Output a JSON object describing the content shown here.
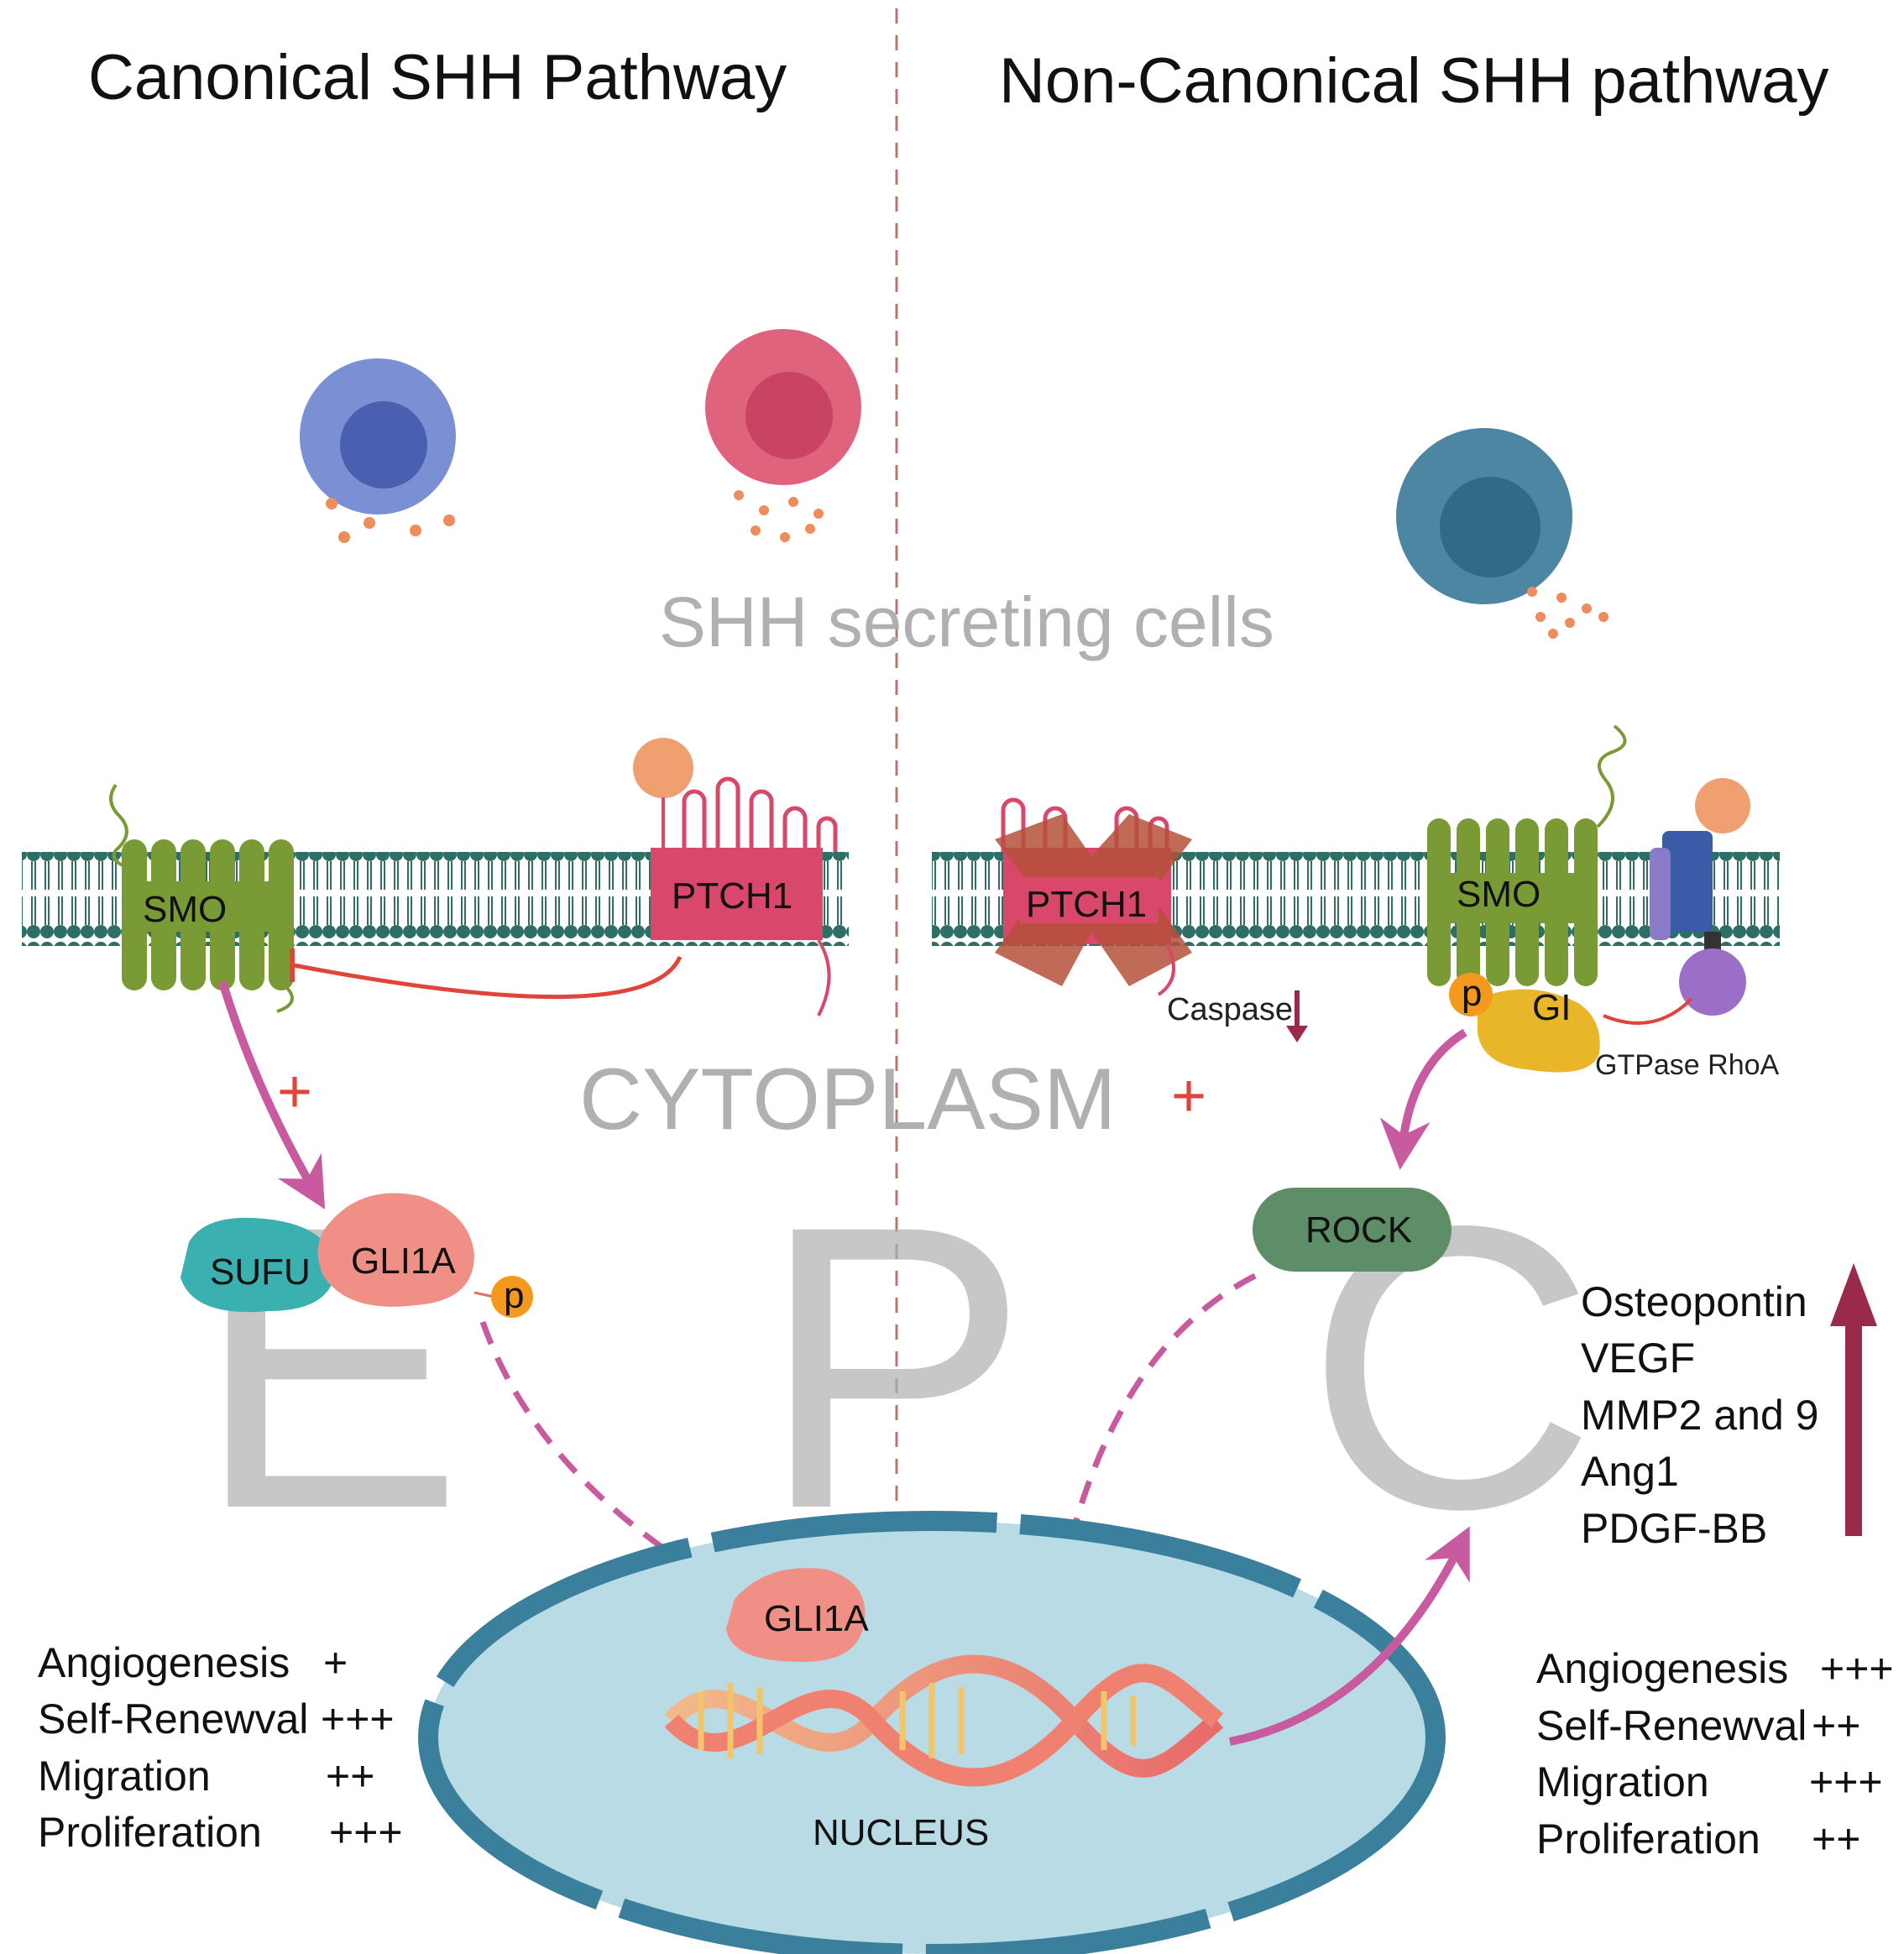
{
  "titles": {
    "left": "Canonical SHH Pathway",
    "right": "Non-Canonical SHH pathway"
  },
  "labels": {
    "secreting_cells": "SHH secreting cells",
    "cytoplasm": "CYTOPLASM",
    "nucleus": "NUCLEUS",
    "smo_left": "SMO",
    "ptch1_left": "PTCH1",
    "ptch1_right": "PTCH1",
    "smo_right": "SMO",
    "sufu": "SUFU",
    "gli1a": "GLI1A",
    "gli1a_nucleus": "GLI1A",
    "p_left": "p",
    "p_right": "p",
    "gi": "GI",
    "gtpase": "GTPase RhoA",
    "caspase": "Caspase",
    "rock": "ROCK",
    "plus_left": "+",
    "plus_right": "+",
    "epc_e": "E",
    "epc_p": "P",
    "epc_c": "C"
  },
  "upregulated": [
    "Osteopontin",
    "VEGF",
    "MMP2 and 9",
    "Ang1",
    "PDGF-BB"
  ],
  "canonical_effects": [
    {
      "name": "Angiogenesis",
      "level": "+"
    },
    {
      "name": "Self-Renewval",
      "level": "+++"
    },
    {
      "name": "Migration",
      "level": "++"
    },
    {
      "name": "Proliferation",
      "level": "+++"
    }
  ],
  "noncanonical_effects": [
    {
      "name": "Angiogenesis",
      "level": "+++"
    },
    {
      "name": "Self-Renewval",
      "level": "++"
    },
    {
      "name": "Migration",
      "level": "+++"
    },
    {
      "name": "Proliferation",
      "level": "++"
    }
  ],
  "colors": {
    "cell_blue": "#7b8fd4",
    "cell_pink": "#e0637e",
    "cell_teal": "#4c86a3",
    "smo": "#7a9a35",
    "ptch1": "#d9476a",
    "shh_ligand": "#f0a070",
    "membrane": "#2e6e66",
    "nucleus_fill": "#b9dbe6",
    "nucleus_border": "#3a7f9c",
    "arrow_magenta": "#c85aa0",
    "inhibit_red": "#e0443a",
    "up_arrow": "#9a2a4a"
  }
}
